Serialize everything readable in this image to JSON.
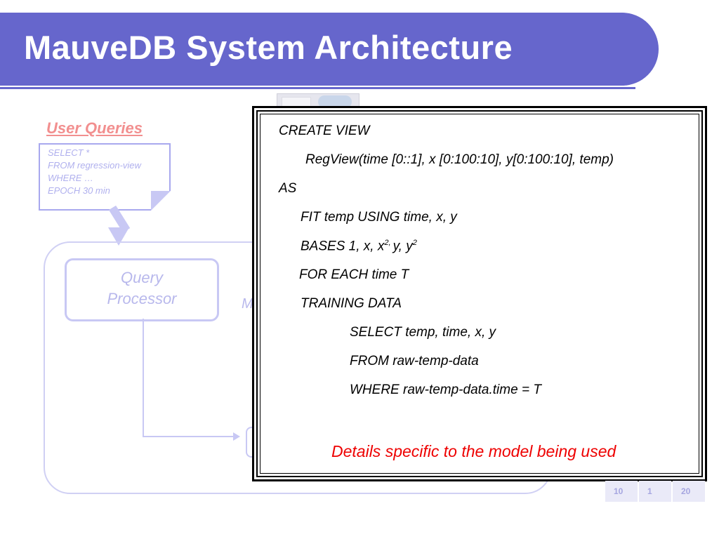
{
  "slide": {
    "title": "MauveDB System Architecture"
  },
  "diagram": {
    "user_queries_label": "User Queries",
    "query_lines": [
      "SELECT *",
      "FROM regression-view",
      "WHERE …",
      "EPOCH 30 min"
    ],
    "query_processor": [
      "Query",
      "Processor"
    ],
    "partial_label": "M"
  },
  "popup": {
    "code_lines": [
      "CREATE VIEW",
      "RegView(time [0::1], x [0:100:10], y[0:100:10], temp)",
      "AS",
      "FIT temp USING time, x, y",
      "BASES 1, x, x",
      "2, ",
      "y, y",
      "2",
      "FOR EACH time T",
      "TRAINING DATA",
      "SELECT temp, time, x, y",
      "FROM raw-temp-data",
      "WHERE raw-temp-data.time = T"
    ],
    "details": "Details specific to the model being used"
  },
  "mini_table": [
    "10",
    "1",
    "20"
  ],
  "colors": {
    "banner": "#6666cc",
    "faded": "#c8c8f4",
    "accent_red": "#ee0000"
  }
}
